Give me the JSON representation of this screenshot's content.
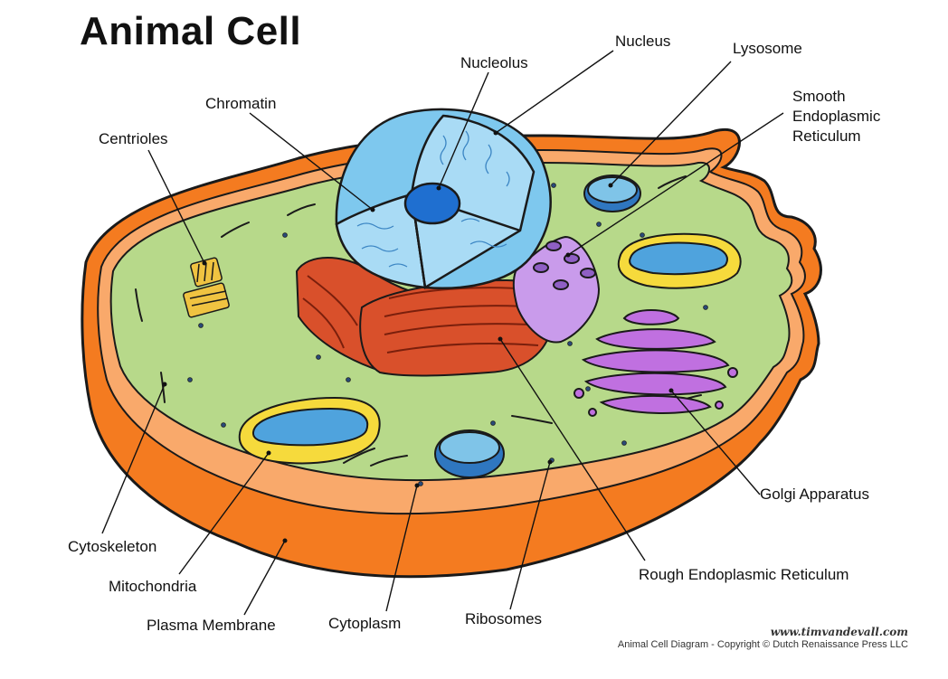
{
  "title": "Animal Cell",
  "labels": {
    "nucleus": "Nucleus",
    "nucleolus": "Nucleolus",
    "lysosome": "Lysosome",
    "smooth_er": [
      "Smooth",
      "Endoplasmic",
      "Reticulum"
    ],
    "chromatin": "Chromatin",
    "centrioles": "Centrioles",
    "golgi": "Golgi Apparatus",
    "cytoskeleton": "Cytoskeleton",
    "rough_er": "Rough Endoplasmic Reticulum",
    "mitochondria": "Mitochondria",
    "plasma_membrane": "Plasma Membrane",
    "cytoplasm": "Cytoplasm",
    "ribosomes": "Ribosomes"
  },
  "credit": {
    "url": "www.timvandevall.com",
    "copyright": "Animal Cell Diagram - Copyright © Dutch Renaissance Press LLC"
  },
  "colors": {
    "membrane_outer": "#F47B20",
    "membrane_inner": "#F9A96B",
    "cytoplasm": "#B7D98A",
    "nucleus": "#7EC8EE",
    "nucleolus": "#1F6FD0",
    "rough_er": "#D9502B",
    "smooth_er": "#C99BEB",
    "golgi": "#C070E0",
    "mitochondria": "#F6DA3C",
    "lysosome": "#4FA3DD",
    "centrioles": "#F0C341"
  }
}
